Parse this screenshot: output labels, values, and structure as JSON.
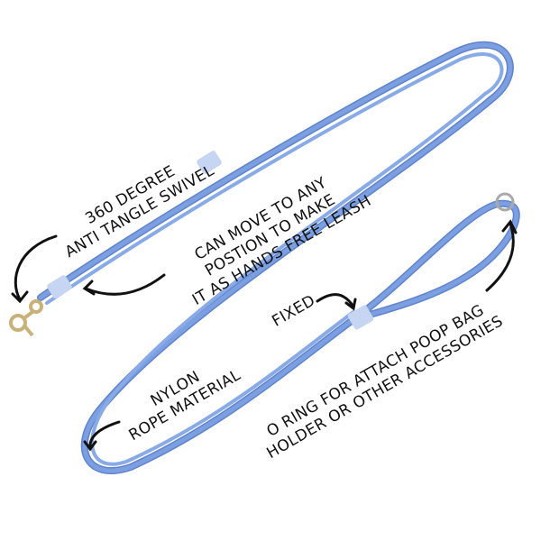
{
  "labels": {
    "swivel": [
      "360 DEGREE",
      "ANTI TANGLE SWIVEL"
    ],
    "movable": [
      "CAN MOVE TO ANY",
      "POSTION TO MAKE",
      "IT AS HANDS FREE LEASH"
    ],
    "fixed": "FIXED",
    "material": [
      "NYLON",
      "ROPE MATERIAL"
    ],
    "ring": [
      "O RING FOR ATTACH POOP BAG",
      "HOLDER OR OTHER ACCESSORIES"
    ]
  },
  "colors": {
    "rope": "#7b9fe0",
    "rope_dark": "#5f84cc",
    "sleeve": "#c6d6f2",
    "metal": "#c9b27a",
    "text": "#111111"
  }
}
